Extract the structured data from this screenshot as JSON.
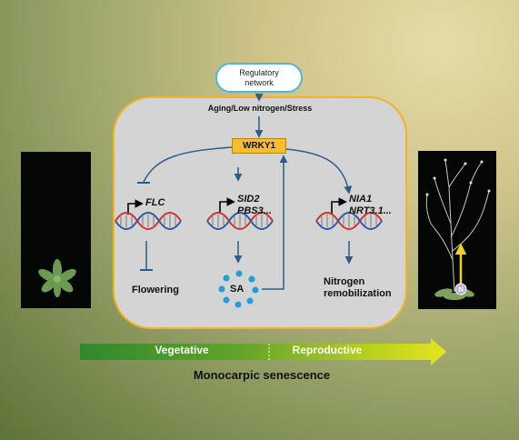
{
  "regulatory_bubble": "Regulatory\nnetwork",
  "stimuli": "Aging/Low nitrogen/Stress",
  "central_node": "WRKY1",
  "targets": {
    "flc": {
      "gene": "FLC",
      "outcome": "Flowering"
    },
    "sa": {
      "genes": [
        "SID2",
        "PBS3..."
      ],
      "product": "SA"
    },
    "nitrogen": {
      "genes": [
        "NIA1",
        "NRT3.1..."
      ],
      "outcome": [
        "Nitrogen",
        "remobilization"
      ]
    }
  },
  "stage_bar": {
    "stages": [
      "Vegetative",
      "Reproductive"
    ],
    "title": "Monocarpic senescence"
  },
  "photo_badge": "N",
  "colors": {
    "panel_border": "#f0b323",
    "node_fill": "#f5bf2c",
    "arrow": "#2c5d8a",
    "dna_red": "#d0342c",
    "dna_blue": "#2a5aa8",
    "sa_dots": "#1f9fd6",
    "bubble_border": "#4bb7e0",
    "bar_green": "#2e8a2c",
    "bar_yellow": "#d8df1e",
    "yellow_arrow": "#f2d21a"
  }
}
